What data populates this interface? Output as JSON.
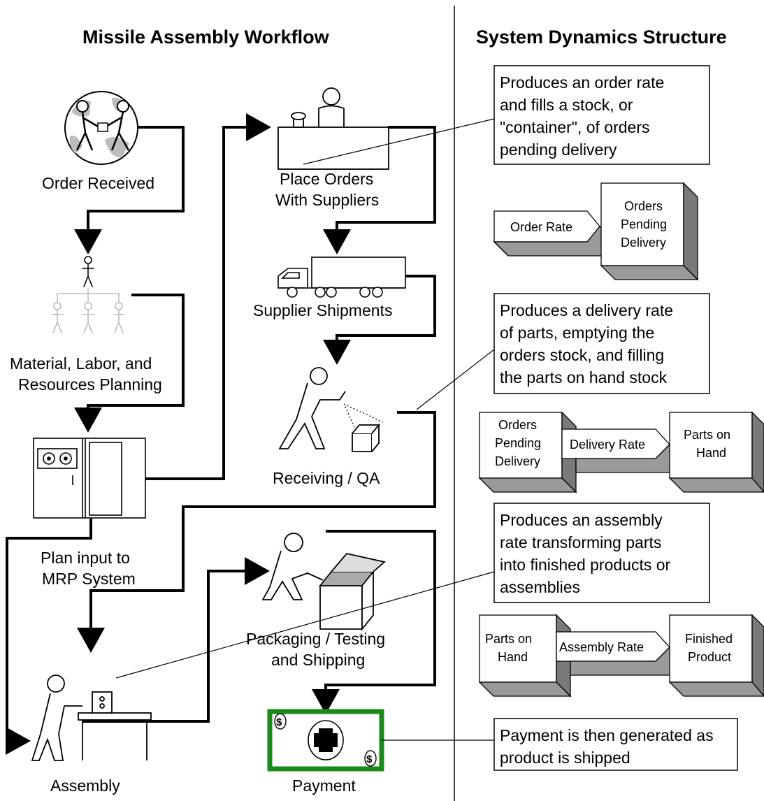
{
  "titles": {
    "left": "Missile Assembly Workflow",
    "right": "System Dynamics Structure"
  },
  "workflow": {
    "order_received": "Order Received",
    "planning_line1": "Material, Labor, and",
    "planning_line2": "Resources Planning",
    "mrp_line1": "Plan input to",
    "mrp_line2": "MRP System",
    "assembly": "Assembly",
    "place_orders_line1": "Place Orders",
    "place_orders_line2": "With Suppliers",
    "shipments": "Supplier Shipments",
    "receiving": "Receiving / QA",
    "packaging_line1": "Packaging / Testing",
    "packaging_line2": "and Shipping",
    "payment": "Payment"
  },
  "notes": {
    "order": [
      "Produces an order rate",
      "and fills a stock, or",
      "\"container\", of orders",
      "pending delivery"
    ],
    "delivery": [
      "Produces a delivery rate",
      "of parts, emptying the",
      "orders stock, and filling",
      "the parts on hand stock"
    ],
    "assembly": [
      "Produces an assembly",
      "rate transforming parts",
      "into finished products or",
      "assemblies"
    ],
    "payment": [
      "Payment is then generated as",
      "product is shipped"
    ]
  },
  "sd": {
    "order_rate": "Order Rate",
    "orders_pending": [
      "Orders",
      "Pending",
      "Delivery"
    ],
    "delivery_rate": "Delivery Rate",
    "parts_on_hand": [
      "Parts on",
      "Hand"
    ],
    "assembly_rate": "Assembly Rate",
    "finished_product": [
      "Finished",
      "Product"
    ]
  },
  "icons": {
    "dollar": "$",
    "plus": "+"
  },
  "colors": {
    "box_shade": "#9a9a9a",
    "box_side": "#7a7a7a",
    "money_green": "#1a8a1a",
    "globe_land": "#bdbdbd"
  }
}
